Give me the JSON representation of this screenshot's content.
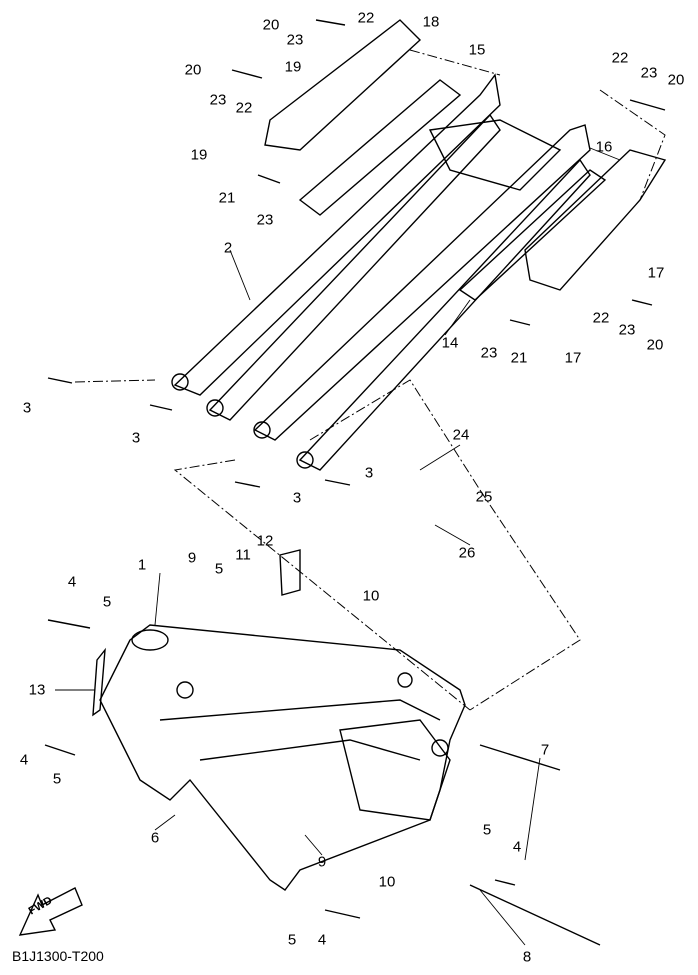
{
  "diagram": {
    "callouts": [
      "20",
      "22",
      "18",
      "23",
      "15",
      "19",
      "20",
      "23",
      "22",
      "19",
      "21",
      "23",
      "2",
      "22",
      "23",
      "20",
      "16",
      "17",
      "22",
      "23",
      "20",
      "17",
      "14",
      "23",
      "21",
      "3",
      "3",
      "3",
      "3",
      "24",
      "25",
      "26",
      "12",
      "9",
      "5",
      "11",
      "1",
      "4",
      "5",
      "10",
      "13",
      "4",
      "5",
      "6",
      "9",
      "10",
      "7",
      "5",
      "4",
      "8",
      "5",
      "4"
    ],
    "direction_marker": "FWD",
    "diagram_code": "B1J1300-T200"
  }
}
